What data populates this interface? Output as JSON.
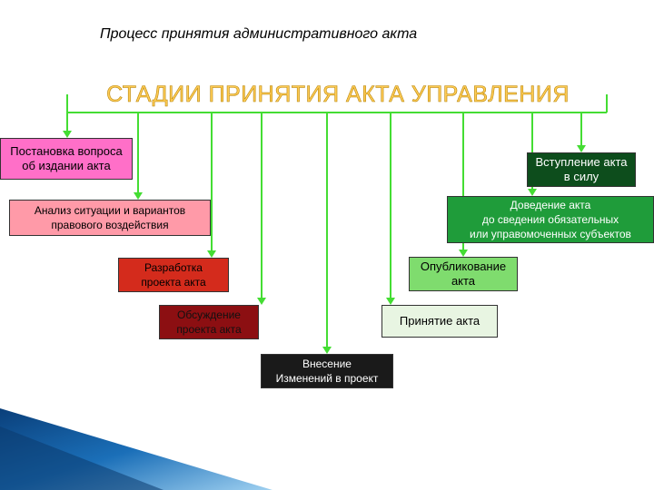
{
  "title": "Процесс принятия административного акта",
  "banner": "СТАДИИ ПРИНЯТИЯ АКТА УПРАВЛЕНИЯ",
  "stages": {
    "question": "Постановка вопроса\nоб издании акта",
    "analysis": "Анализ ситуации и вариантов\nправового воздействия",
    "draft": "Разработка\nпроекта акта",
    "discussion": "Обсуждение\nпроекта акта",
    "amend": "Внесение\nИзменений в проект",
    "adopt": "Принятие акта",
    "publish": "Опубликование\nакта",
    "notify": "Доведение акта\nдо сведения обязательных\nили управомоченных субъектов",
    "effect": "Вступление акта\nв силу"
  },
  "colors": {
    "connector": "#44dd33",
    "banner_text": "#ffcc55",
    "question": "#ff6fc8",
    "analysis": "#ff9aa8",
    "draft": "#d42b1c",
    "discussion": "#8c0f12",
    "amend": "#1a1a1a",
    "adopt": "#e8f5e2",
    "publish": "#7fdc6e",
    "notify": "#1f9c3a",
    "effect": "#0d4d1c",
    "corner_accent": "#1b6fb8"
  }
}
